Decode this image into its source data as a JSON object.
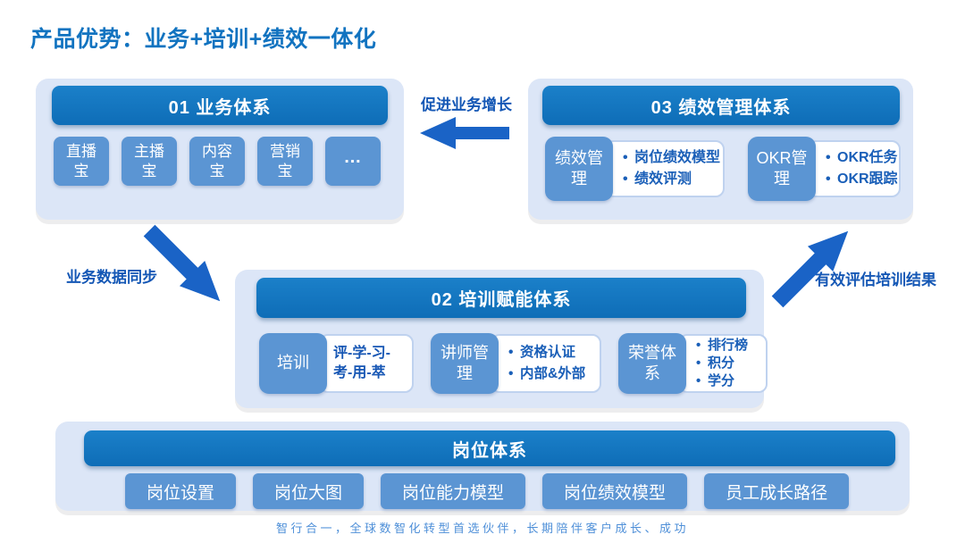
{
  "title": "产品优势：业务+培训+绩效一体化",
  "footer": "智行合一，全球数智化转型首选伙伴，长期陪伴客户成长、成功",
  "colors": {
    "title_blue": "#1173c0",
    "header_blue": "#0f70bc",
    "item_blue": "#5b95d3",
    "panel_blue": "#dce6f7",
    "card_border_blue": "#bfd2ef",
    "bullet_text_blue": "#1a5fb8",
    "arrow_blue": "#1a63c6",
    "footer_blue": "#4e8fd8"
  },
  "panels": {
    "business": {
      "header": "01 业务体系",
      "items": [
        "直播宝",
        "主播宝",
        "内容宝",
        "营销宝",
        "…"
      ]
    },
    "performance": {
      "header": "03 绩效管理体系",
      "groups": [
        {
          "label": "绩效管理",
          "bullets": [
            "岗位绩效模型",
            "绩效评测"
          ]
        },
        {
          "label": "OKR管理",
          "bullets": [
            "OKR任务",
            "OKR跟踪"
          ]
        }
      ]
    },
    "training": {
      "header": "02 培训赋能体系",
      "groups": [
        {
          "label": "培训",
          "text": "评-学-习-考-用-萃"
        },
        {
          "label": "讲师管理",
          "bullets": [
            "资格认证",
            "内部&外部"
          ]
        },
        {
          "label": "荣誉体系",
          "bullets": [
            "排行榜",
            "积分",
            "学分"
          ]
        }
      ]
    },
    "position": {
      "header": "岗位体系",
      "items": [
        "岗位设置",
        "岗位大图",
        "岗位能力模型",
        "岗位绩效模型",
        "员工成长路径"
      ]
    }
  },
  "arrows": {
    "promote_growth": "促进业务增长",
    "data_sync": "业务数据同步",
    "evaluate_training": "有效评估培训结果"
  }
}
